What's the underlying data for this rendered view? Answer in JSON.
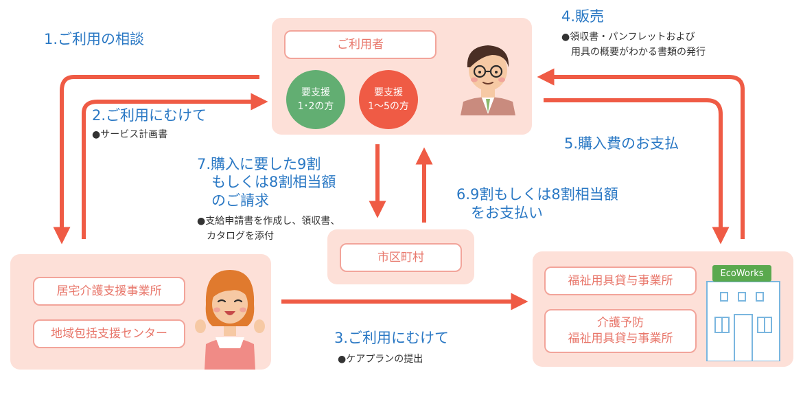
{
  "user_box": {
    "label": "ご利用者",
    "circle_green": "要支援\n1･2の方",
    "circle_red": "要支援\n1～5の方"
  },
  "care_box": {
    "item1": "居宅介護支援事業所",
    "item2": "地域包括支援センター"
  },
  "city_box": {
    "label": "市区町村"
  },
  "provider_box": {
    "item1": "福祉用具貸与事業所",
    "item2": "介護予防\n福祉用具貸与事業所",
    "logo": "EcoWorks"
  },
  "steps": {
    "s1": "1.ご利用の相談",
    "s2": "2.ご利用にむけて",
    "s2_note": "●サービス計画書",
    "s3": "3.ご利用にむけて",
    "s3_note": "●ケアプランの提出",
    "s4": "4.販売",
    "s4_note": "●領収書・パンフレットおよび\n　用具の概要がわかる書類の発行",
    "s5": "5.購入費のお支払",
    "s6": "6.9割もしくは8割相当額\n　をお支払い",
    "s7": "7.購入に要した9割\n　もしくは8割相当額\n　のご請求",
    "s7_note": "●支給申請書を作成し、領収書、\n　カタログを添付"
  },
  "colors": {
    "arrow": "#ef5b45",
    "panel": "#fde0d8",
    "step_text": "#2a78c4",
    "circle_green": "#62ae72",
    "circle_red": "#ef5b45",
    "logo_green": "#5aa94e"
  }
}
